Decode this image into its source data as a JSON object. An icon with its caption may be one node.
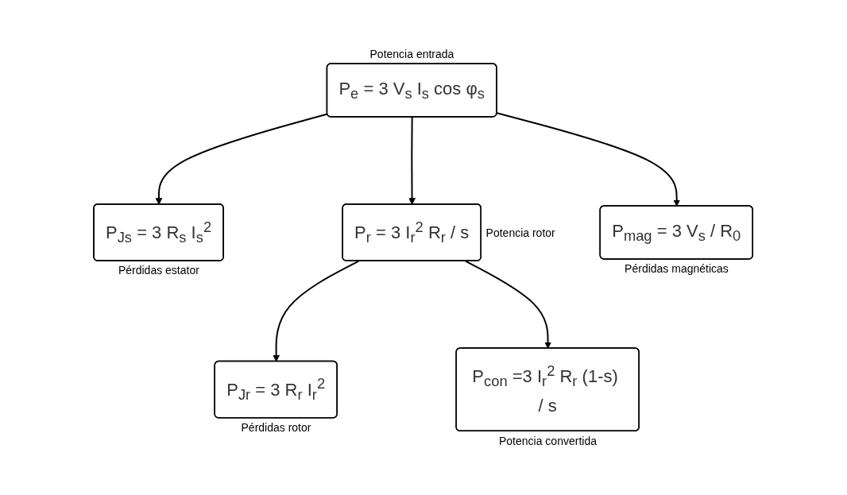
{
  "diagram": {
    "nodes": [
      {
        "text": [
          "P$_{e}$ = 3 V$_{s}$ I$_{s}$ cos φ$_{s}$"
        ],
        "beside": [
          "Potencia entrada"
        ]
      },
      {
        "text": [
          "P$_{Js}$ = 3 R$_{s}$ I$_{s}$$^{2}$"
        ],
        "beside": [
          "Pérdidas estator"
        ]
      },
      {
        "text": [
          "P$_{r}$ = 3 I$_{r}$$^{2}$ R$_{r}$ / s"
        ],
        "beside": [
          "Potencia rotor"
        ]
      },
      {
        "text": [
          "P$_{mag}$ = 3 V$_{s}$ / R$_{0}$"
        ],
        "beside": [
          "Pérdidas magnéticas"
        ]
      },
      {
        "text": [
          "P$_{Jr}$ = 3 R$_{r}$ I$_{r}$$^{2}$"
        ],
        "beside": [
          "Pérdidas rotor"
        ]
      },
      {
        "text": [
          "P$_{con}$ =3 I$_{r}$$^{2}$ R$_{r}$ (1-s) / s"
        ],
        "beside": [
          "Potencia convertida"
        ]
      }
    ],
    "edges": [
      {
        "from": 0,
        "to": 1,
        "arrow": "to"
      },
      {
        "from": 0,
        "to": 2,
        "arrow": "to"
      },
      {
        "from": 0,
        "to": 3,
        "arrow": "to"
      },
      {
        "from": 2,
        "to": 4,
        "arrow": "to"
      },
      {
        "from": 2,
        "to": 5,
        "arrow": "to"
      }
    ]
  }
}
